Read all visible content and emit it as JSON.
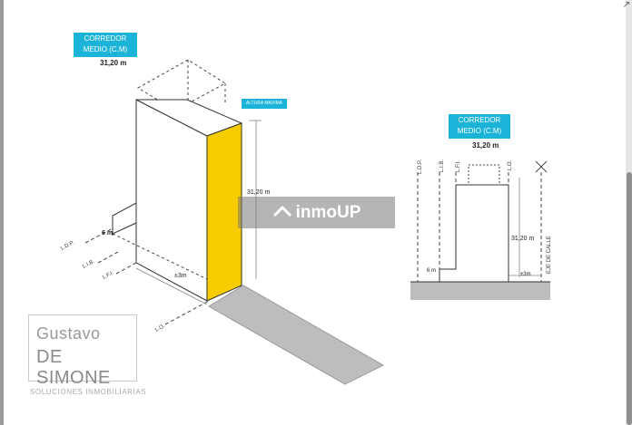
{
  "left_diagram": {
    "tag": "CORREDOR MEDIO (C.M)",
    "height_value": "31,20 m",
    "altura_label": "ALTURA MAXIMA",
    "height_dim": "31,20 m",
    "depth_dim": "6 m",
    "width_dim": "±3m",
    "line_labels": [
      "L.D.P.",
      "L.I.B.",
      "L.F.I.",
      "L.O."
    ]
  },
  "right_diagram": {
    "tag": "CORREDOR MEDIO (C.M)",
    "height_value": "31,20 m",
    "height_dim": "31,20 m",
    "depth_dim": "6 m",
    "width_dim": "±3m",
    "line_labels": [
      "L.D.P.",
      "L.I.B.",
      "L.F.I.",
      "L.O."
    ],
    "street_axis": "EJE DE CALLE"
  },
  "watermark": {
    "text": "inmoUP"
  },
  "logo": {
    "line1": "Gustavo",
    "line2": "DE SIMONE",
    "subtitle": "SOLUCIONES INMOBILIARIAS"
  },
  "colors": {
    "accent": "#1bb3d8",
    "highlight": "#f7cc00",
    "ground": "#bdbdbd"
  }
}
